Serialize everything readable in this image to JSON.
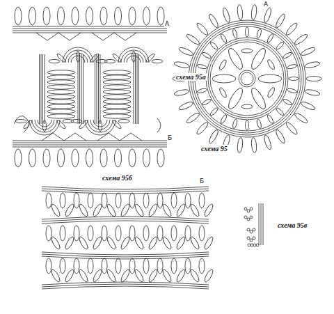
{
  "diagram": {
    "labels": [
      "А",
      "А",
      "схема 95а",
      "Б",
      "схема 95",
      "схема 95б",
      "Б",
      "схема 95в"
    ]
  }
}
